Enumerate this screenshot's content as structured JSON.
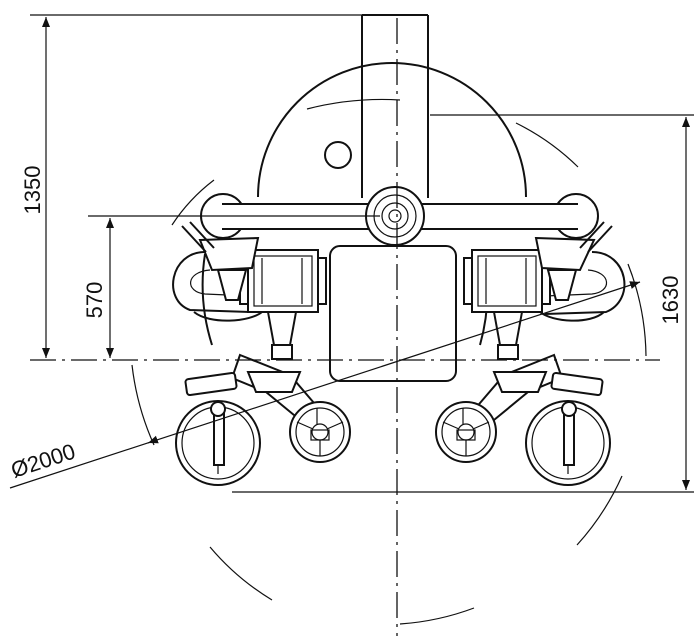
{
  "drawing": {
    "dimensions": {
      "overall_height": "1350",
      "manifold_height": "570",
      "width_right": "1630",
      "diameter": "Ø2000"
    }
  }
}
